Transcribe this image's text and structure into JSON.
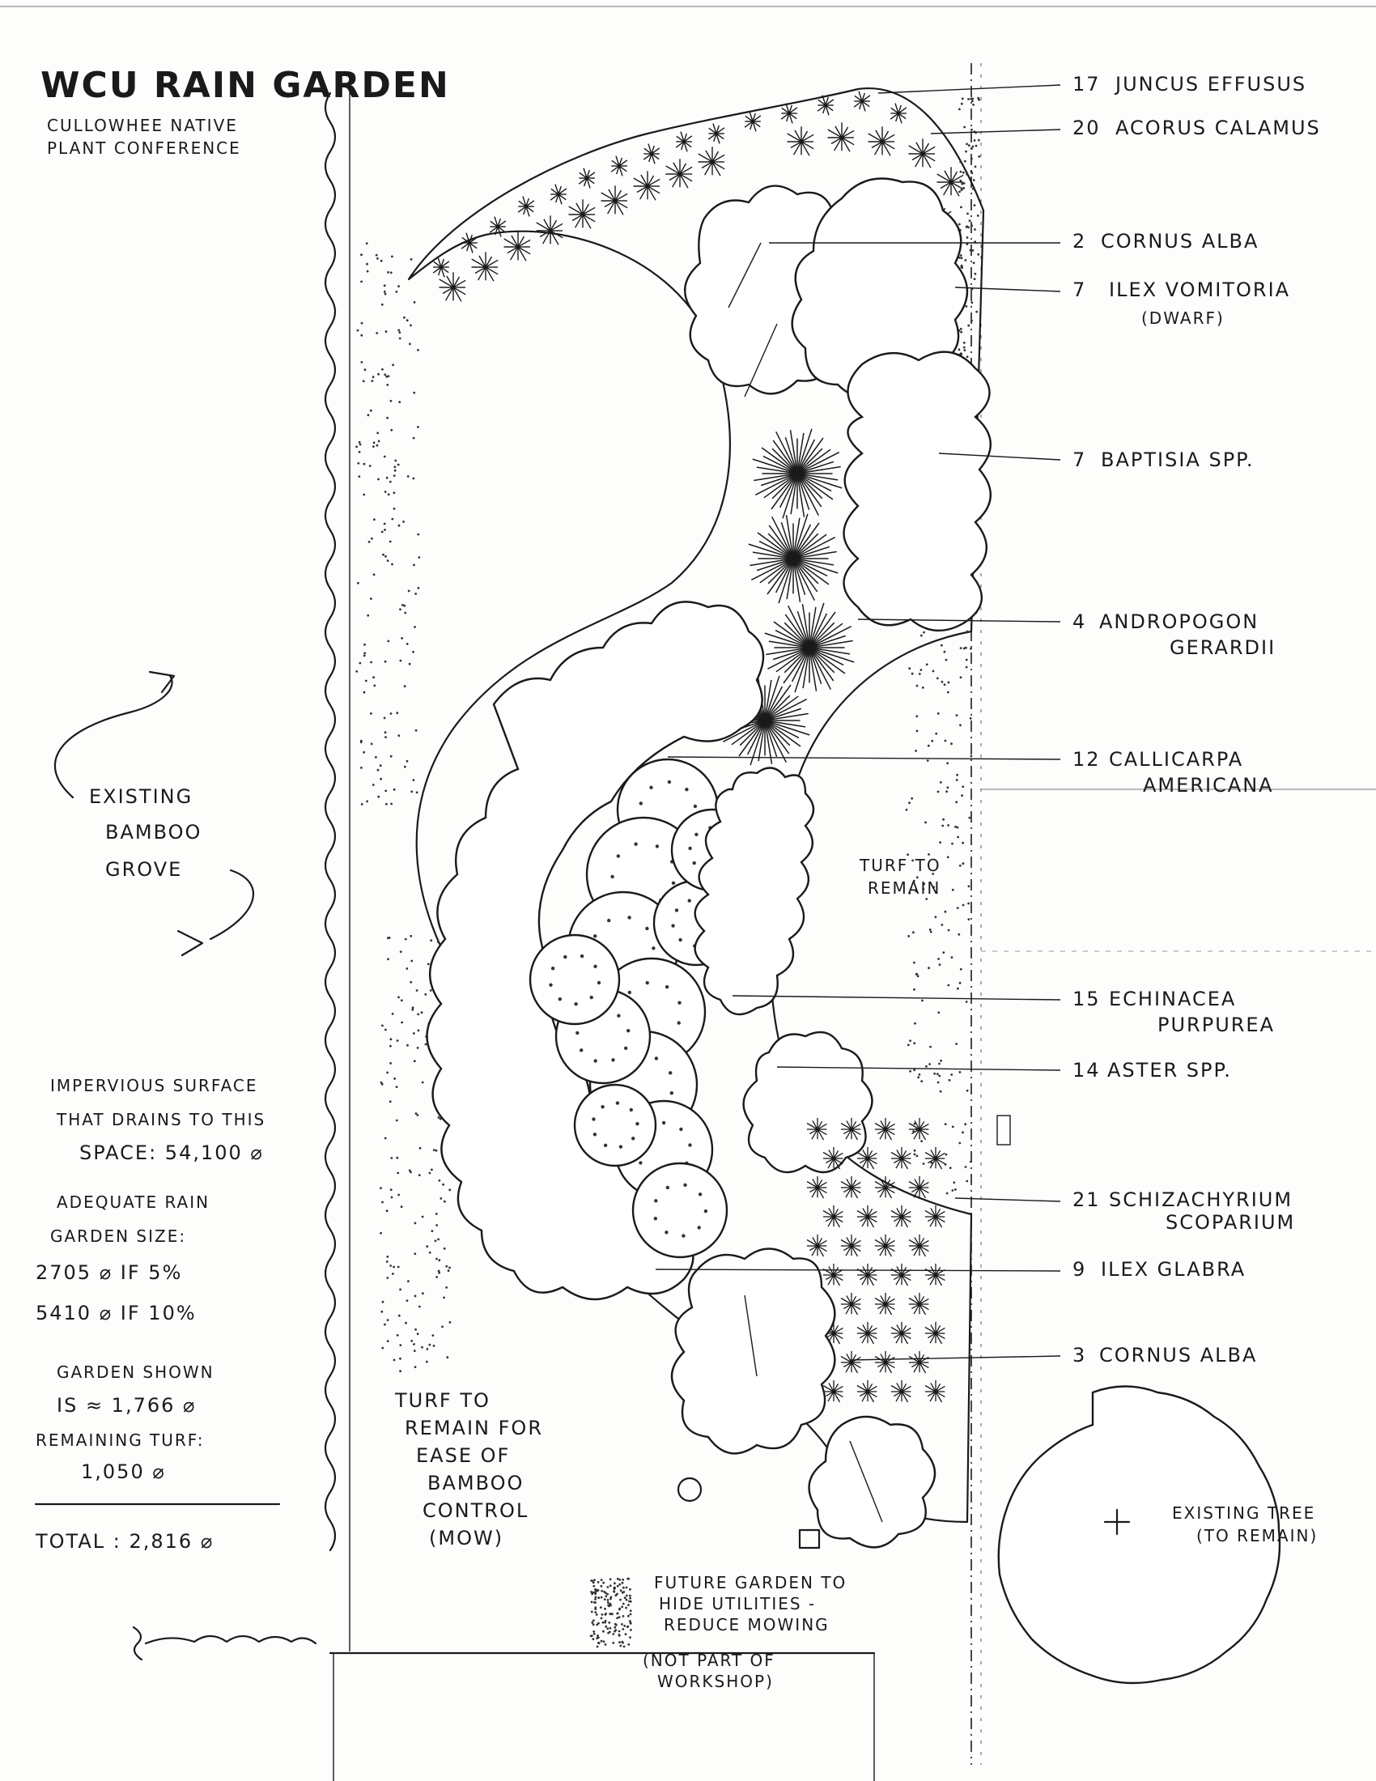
{
  "title": {
    "main": "WCU RAIN GARDEN",
    "line2": "CULLOWHEE NATIVE",
    "line3": "PLANT CONFERENCE"
  },
  "bamboo": {
    "line1": "EXISTING",
    "line2": "BAMBOO",
    "line3": "GROVE"
  },
  "calculations": {
    "impervious_1": "IMPERVIOUS SURFACE",
    "impervious_2": "THAT DRAINS TO THIS",
    "impervious_3": "SPACE: 54,100 ⌀",
    "adequate_1": "ADEQUATE RAIN",
    "adequate_2": "GARDEN SIZE:",
    "adequate_3": "2705 ⌀  IF 5%",
    "adequate_4": "5410 ⌀  IF 10%",
    "shown_1": "GARDEN SHOWN",
    "shown_2": "IS ≈ 1,766 ⌀",
    "shown_3": "REMAINING TURF:",
    "shown_4": "1,050 ⌀",
    "total": "TOTAL : 2,816 ⌀"
  },
  "plants": [
    {
      "count": "17",
      "line1": "JUNCUS EFFUSUS",
      "line2": ""
    },
    {
      "count": "20",
      "line1": "ACORUS CALAMUS",
      "line2": ""
    },
    {
      "count": "2",
      "line1": "CORNUS ALBA",
      "line2": ""
    },
    {
      "count": "7",
      "line1": "ILEX VOMITORIA",
      "line2": "(DWARF)"
    },
    {
      "count": "7",
      "line1": "BAPTISIA SPP.",
      "line2": ""
    },
    {
      "count": "4",
      "line1": "ANDROPOGON",
      "line2": "GERARDII"
    },
    {
      "count": "12",
      "line1": "CALLICARPA",
      "line2": "AMERICANA"
    },
    {
      "count": "15",
      "line1": "ECHINACEA",
      "line2": "PURPUREA"
    },
    {
      "count": "14",
      "line1": "ASTER SPP.",
      "line2": ""
    },
    {
      "count": "21",
      "line1": "SCHIZACHYRIUM",
      "line2": "SCOPARIUM"
    },
    {
      "count": "9",
      "line1": "ILEX GLABRA",
      "line2": ""
    },
    {
      "count": "3",
      "line1": "CORNUS ALBA",
      "line2": ""
    }
  ],
  "notes": {
    "turf_remain_1": "TURF TO",
    "turf_remain_2": "REMAIN",
    "turf_bamboo_1": "TURF TO",
    "turf_bamboo_2": "REMAIN FOR",
    "turf_bamboo_3": "EASE OF",
    "turf_bamboo_4": "BAMBOO",
    "turf_bamboo_5": "CONTROL",
    "turf_bamboo_6": "(MOW)",
    "future_1": "FUTURE GARDEN TO",
    "future_2": "HIDE UTILITIES -",
    "future_3": "REDUCE MOWING",
    "future_4": "(NOT PART OF",
    "future_5": "WORKSHOP)",
    "tree_1": "EXISTING TREE",
    "tree_2": "(TO REMAIN)"
  }
}
